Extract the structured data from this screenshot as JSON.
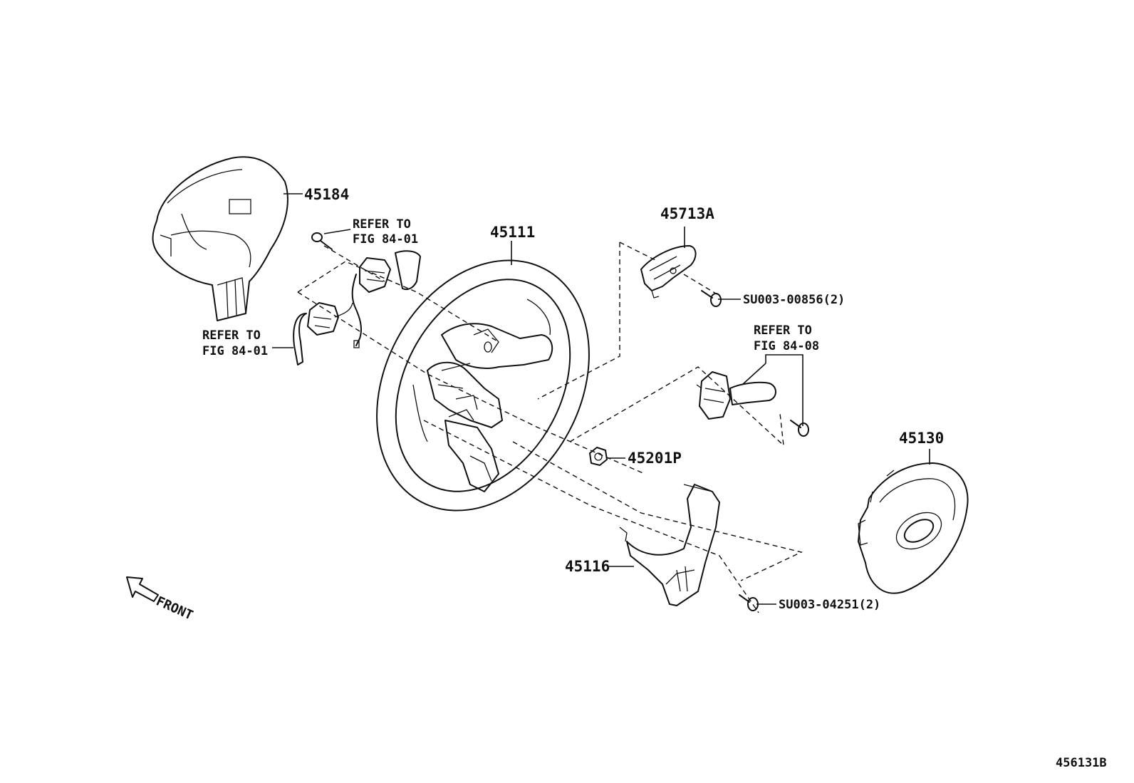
{
  "diagram": {
    "image_code": "456131B",
    "front_label": "FRONT",
    "parts": {
      "p45184": "45184",
      "p45111": "45111",
      "p45713A": "45713A",
      "p45201P": "45201P",
      "p45130": "45130",
      "p45116": "45116",
      "su00856": "SU003-00856(2)",
      "su04251": "SU003-04251(2)"
    },
    "refs": {
      "ref1": {
        "line1": "REFER TO",
        "line2": "FIG 84-01"
      },
      "ref2": {
        "line1": "REFER TO",
        "line2": "FIG 84-01"
      },
      "ref3": {
        "line1": "REFER TO",
        "line2": "FIG 84-08"
      }
    }
  }
}
